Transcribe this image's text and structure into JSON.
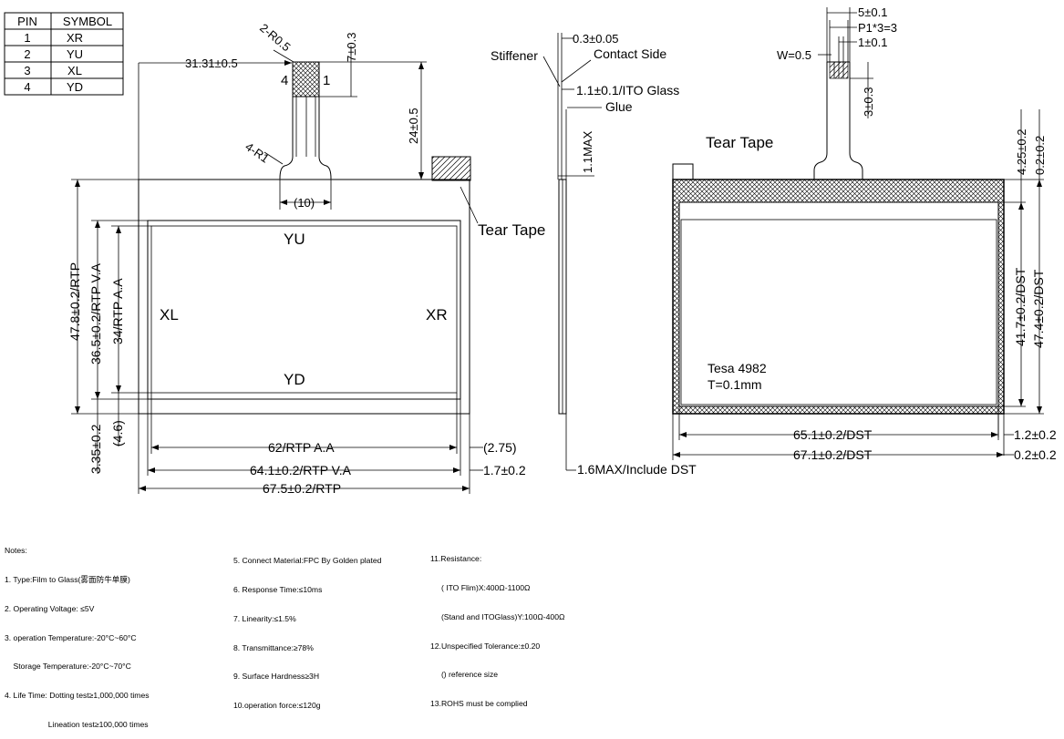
{
  "pin_table": {
    "headers": [
      "PIN",
      "SYMBOL"
    ],
    "rows": [
      [
        "1",
        "XR"
      ],
      [
        "2",
        "YU"
      ],
      [
        "3",
        "XL"
      ],
      [
        "4",
        "YD"
      ]
    ]
  },
  "front_view": {
    "dim_width_to_tail": "31.31±0.5",
    "tail_radius": "2-R0.5",
    "tail_contact_len": "7±0.3",
    "tail_pin4": "4",
    "tail_pin1": "1",
    "tail_length": "24±0.5",
    "tail_radius2": "4-R1",
    "tail_width": "(10)",
    "tear_tape": "Tear Tape",
    "yu": "YU",
    "xl": "XL",
    "xr": "XR",
    "yd": "YD",
    "dim_height_rtp": "47.8±0.2/RTP",
    "dim_height_va": "36.5±0.2/RTP V.A",
    "dim_height_aa": "34/RTP A.A",
    "dim_bottom_a": "3.35±0.2",
    "dim_bottom_b": "(4.6)",
    "dim_aa_width": "62/RTP A.A",
    "dim_va_width": "64.1±0.2/RTP V.A",
    "dim_rtp_width": "67.5±0.2/RTP",
    "dim_right_a": "(2.75)",
    "dim_right_b": "1.7±0.2"
  },
  "side_view": {
    "stiffener": "Stiffener",
    "stiffener_thk": "0.3±0.05",
    "contact_side": "Contact Side",
    "ito_glass": "1.1±0.1/ITO Glass",
    "glue": "Glue",
    "max_thk": "1.1MAX",
    "total_thk": "1.6MAX/Include DST"
  },
  "back_view": {
    "pitch_total": "5±0.1",
    "pitch": "P1*3=3",
    "pin_width": "1±0.1",
    "w": "W=0.5",
    "contact_len": "3±0.3",
    "tear_tape": "Tear Tape",
    "tesa": "Tesa 4982",
    "tesa_t": "T=0.1mm",
    "dim_top_a": "4.25±0.2",
    "dim_top_b": "0.2±0.2",
    "dim_dst_inner_h": "41.7±0.2/DST",
    "dim_dst_outer_h": "47.4±0.2/DST",
    "dim_dst_inner_w": "65.1±0.2/DST",
    "dim_dst_outer_w": "67.1±0.2/DST",
    "dim_right_a": "1.2±0.2",
    "dim_right_b": "0.2±0.2"
  },
  "notes": {
    "col1": [
      "Notes:",
      "1. Type:Film to Glass(雾面防牛单膜)",
      "2. Operating Voltage: ≤5V",
      "3. operation Temperature:-20°C~60°C",
      "    Storage Temperature:-20°C~70°C",
      "4. Life Time: Dotting test≥1,000,000 times",
      "                    Lineation test≥100,000 times"
    ],
    "col2": [
      "5. Connect Material:FPC By Golden plated",
      "6. Response Time:≤10ms",
      "7. Linearity:≤1.5%",
      "8. Transmittance:≥78%",
      "9. Surface Hardness≥3H",
      "10.operation force:≤120g"
    ],
    "col3": [
      "11.Resistance:",
      "     ( ITO Flim)X:400Ω-1100Ω",
      "     (Stand and ITOGlass)Y:100Ω-400Ω",
      "12.Unspecified Tolerance:±0.20",
      "     () reference size",
      "13.ROHS must be complied"
    ]
  }
}
